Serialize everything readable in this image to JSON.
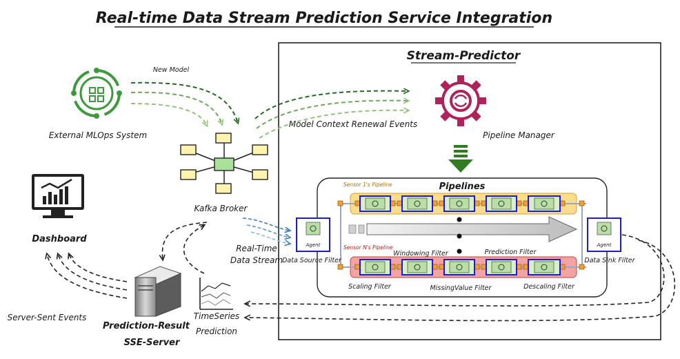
{
  "title": "Real-time Data Stream Prediction Service Integration",
  "stream_predictor": {
    "title": "Stream-Predictor"
  },
  "nodes": {
    "mlops": "External MLOps System",
    "kafka": "Kafka Broker",
    "dashboard": "Dashboard",
    "sse_line1": "Prediction-Result",
    "sse_line2": "SSE-Server",
    "ts_line1": "TimeSeries",
    "ts_line2": "Prediction",
    "pipeline_manager": "Pipeline Manager"
  },
  "edges": {
    "new_model": "New Model",
    "context_renewal": "Model Context Renewal Events",
    "realtime_line1": "Real-Time",
    "realtime_line2": "Data Stream",
    "sse_events": "Server-Sent Events"
  },
  "pipelines": {
    "title": "Pipelines",
    "sensor1": "Sensor 1's Pipeline",
    "sensorN": "Sensor N's Pipeline",
    "agent": "Agent",
    "filters": {
      "source": "Data Source Filter",
      "sink": "Data Sink Filter",
      "windowing": "Windowing Filter",
      "prediction": "Prediction Filter",
      "scaling": "Scaling Filter",
      "missing": "MissingValue Filter",
      "descaling": "Descaling Filter"
    }
  },
  "colors": {
    "mlops_green": "#3c9a3c",
    "gear_magenta": "#b0225a",
    "arrow_dark_green": "#1f6b1f",
    "arrow_light_green": "#8fc47a",
    "arrow_blue": "#3a7fc0",
    "sensor1_band": "#f9dc8c",
    "sensorN_band": "#f4a3a3",
    "filter_border": "#1a1ae0",
    "filter_fill": "#d8efc8"
  }
}
